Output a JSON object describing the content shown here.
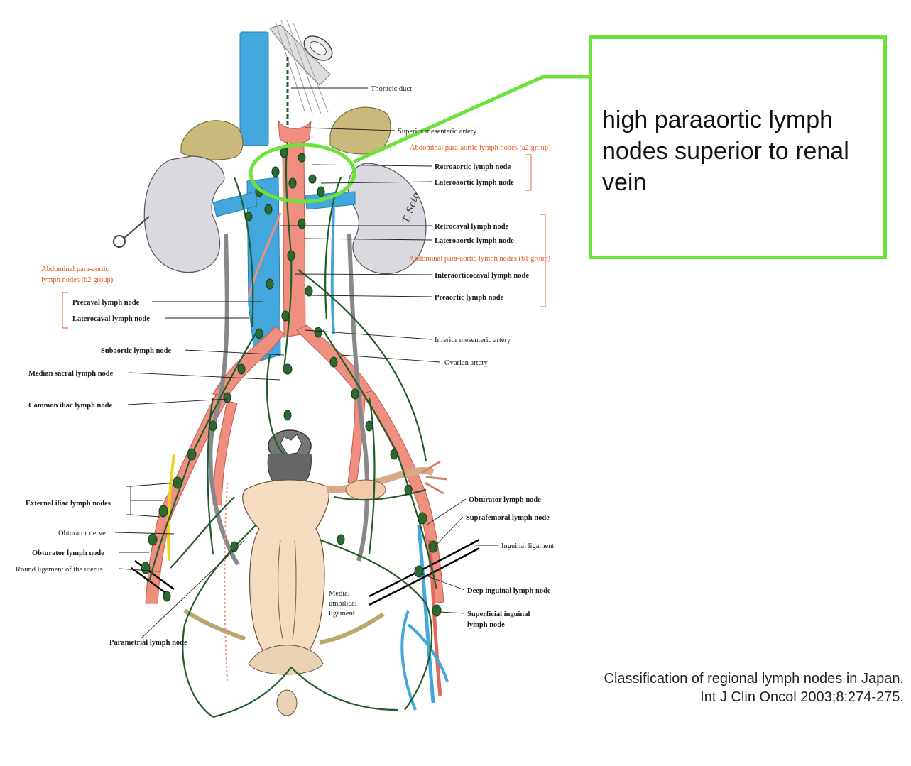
{
  "callout": {
    "text": "high paraaortic lymph nodes superior to renal vein",
    "border_color": "#6de23a"
  },
  "citation": {
    "line1": "Classification of regional lymph nodes in Japan.",
    "line2": "Int J Clin Oncol 2003;8:274-275."
  },
  "diagram": {
    "labels": {
      "thoracic_duct": "Thoracic duct",
      "superior_mesenteric_artery": "Superior mesenteric artery",
      "a2_group": "Abdominal para-aortic lymph nodes (a2 group)",
      "retroaortic_upper": "Retroaortic lymph node",
      "lateroaortic_upper": "Lateroaortic lymph node",
      "retrocaval": "Retrocaval lymph node",
      "lateroaortic_lower": "Lateroaortic lymph node",
      "b1_group": "Abdominal para-aortic lymph nodes (b1 group)",
      "interaorticocaval": "Interaorticocaval lymph node",
      "preaortic": "Preaortic lymph node",
      "inferior_mesenteric_artery": "Inferior mesenteric artery",
      "ovarian_artery": "Ovarian artery",
      "b2_group_line1": "Abdominal para-aortic",
      "b2_group_line2": "lymph nodes (b2 group)",
      "precaval": "Precaval lymph node",
      "laterocaval": "Laterocaval lymph node",
      "subaortic": "Subaortic lymph node",
      "median_sacral": "Median sacral lymph node",
      "common_iliac": "Common iliac lymph node",
      "external_iliac": "External iliac lymph nodes",
      "obturator_nerve": "Obturator nerve",
      "obturator_left": "Obturator lymph node",
      "round_ligament": "Round ligament of the uterus",
      "parametrial": "Parametrial lymph node",
      "obturator_right": "Obturator lymph node",
      "suprafemoral": "Suprafemoral lymph node",
      "inguinal_ligament": "Inguinal ligament",
      "medial_umbilical_1": "Medial",
      "medial_umbilical_2": "umbilical",
      "medial_umbilical_3": "ligament",
      "deep_inguinal": "Deep inguinal lymph node",
      "superficial_inguinal_1": "Superficial inguinal",
      "superficial_inguinal_2": "lymph node",
      "signature": "T. Seto"
    },
    "colors": {
      "artery": "#ee8f7f",
      "vein": "#43a6dd",
      "lymph": "#1f5e2b",
      "kidney": "#d9d9df",
      "adrenal": "#c9b97b",
      "group_label": "#e2561f",
      "highlight": "#6de23a"
    }
  }
}
